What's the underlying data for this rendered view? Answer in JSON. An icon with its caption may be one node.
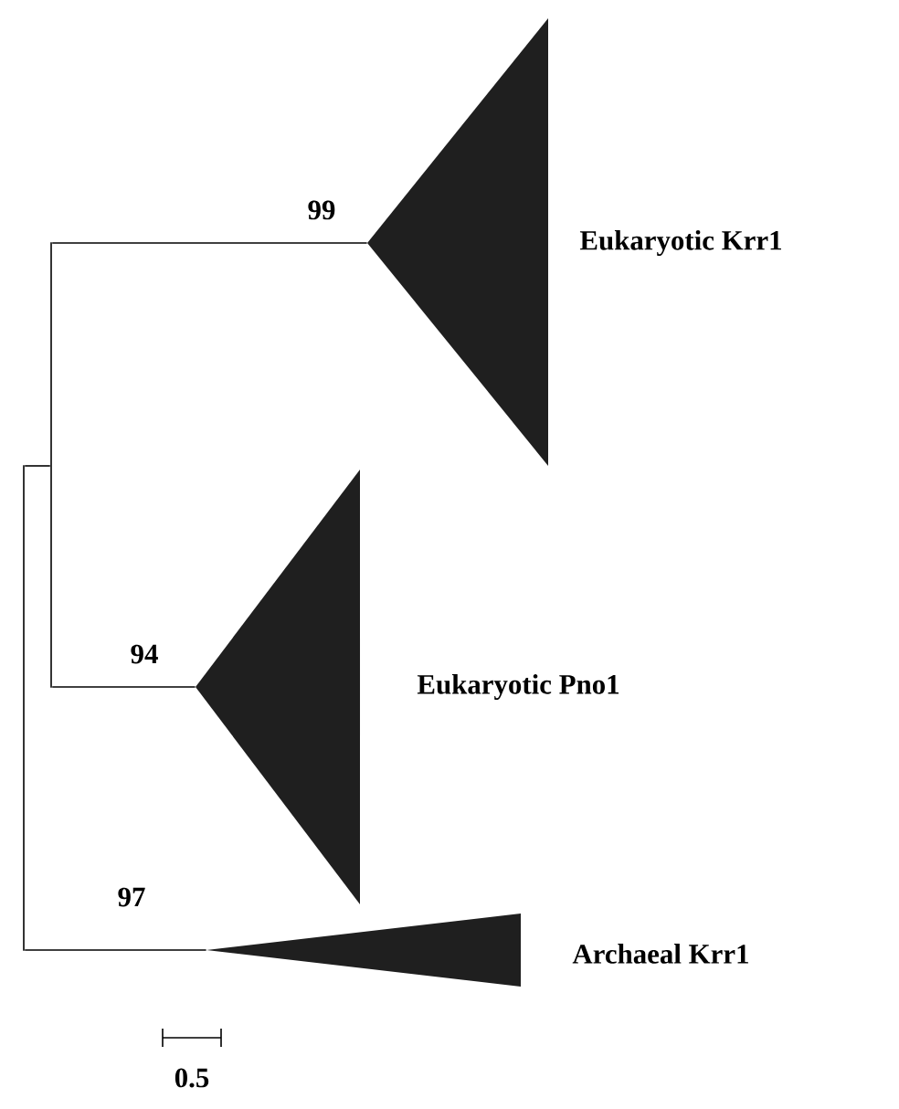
{
  "diagram": {
    "nodes": [
      {
        "text": [],
        "shape": "triangle",
        "beside": [
          "99",
          "Eukaryotic Krr1"
        ]
      },
      {
        "text": [],
        "shape": "triangle",
        "beside": [
          "94",
          "Eukaryotic Pno1"
        ]
      },
      {
        "text": [],
        "shape": "triangle",
        "beside": [
          "97",
          "Archaeal Krr1"
        ]
      },
      {
        "text": [],
        "shape": "bar"
      },
      {
        "text": [],
        "shape": "bar"
      }
    ],
    "edges": [
      {
        "from": 3,
        "to": 0,
        "arrow": "none"
      },
      {
        "from": 3,
        "to": 1,
        "arrow": "none"
      },
      {
        "from": 4,
        "to": 3,
        "arrow": "none"
      },
      {
        "from": 4,
        "to": 2,
        "arrow": "none"
      }
    ],
    "labels": [
      "0.5"
    ]
  }
}
